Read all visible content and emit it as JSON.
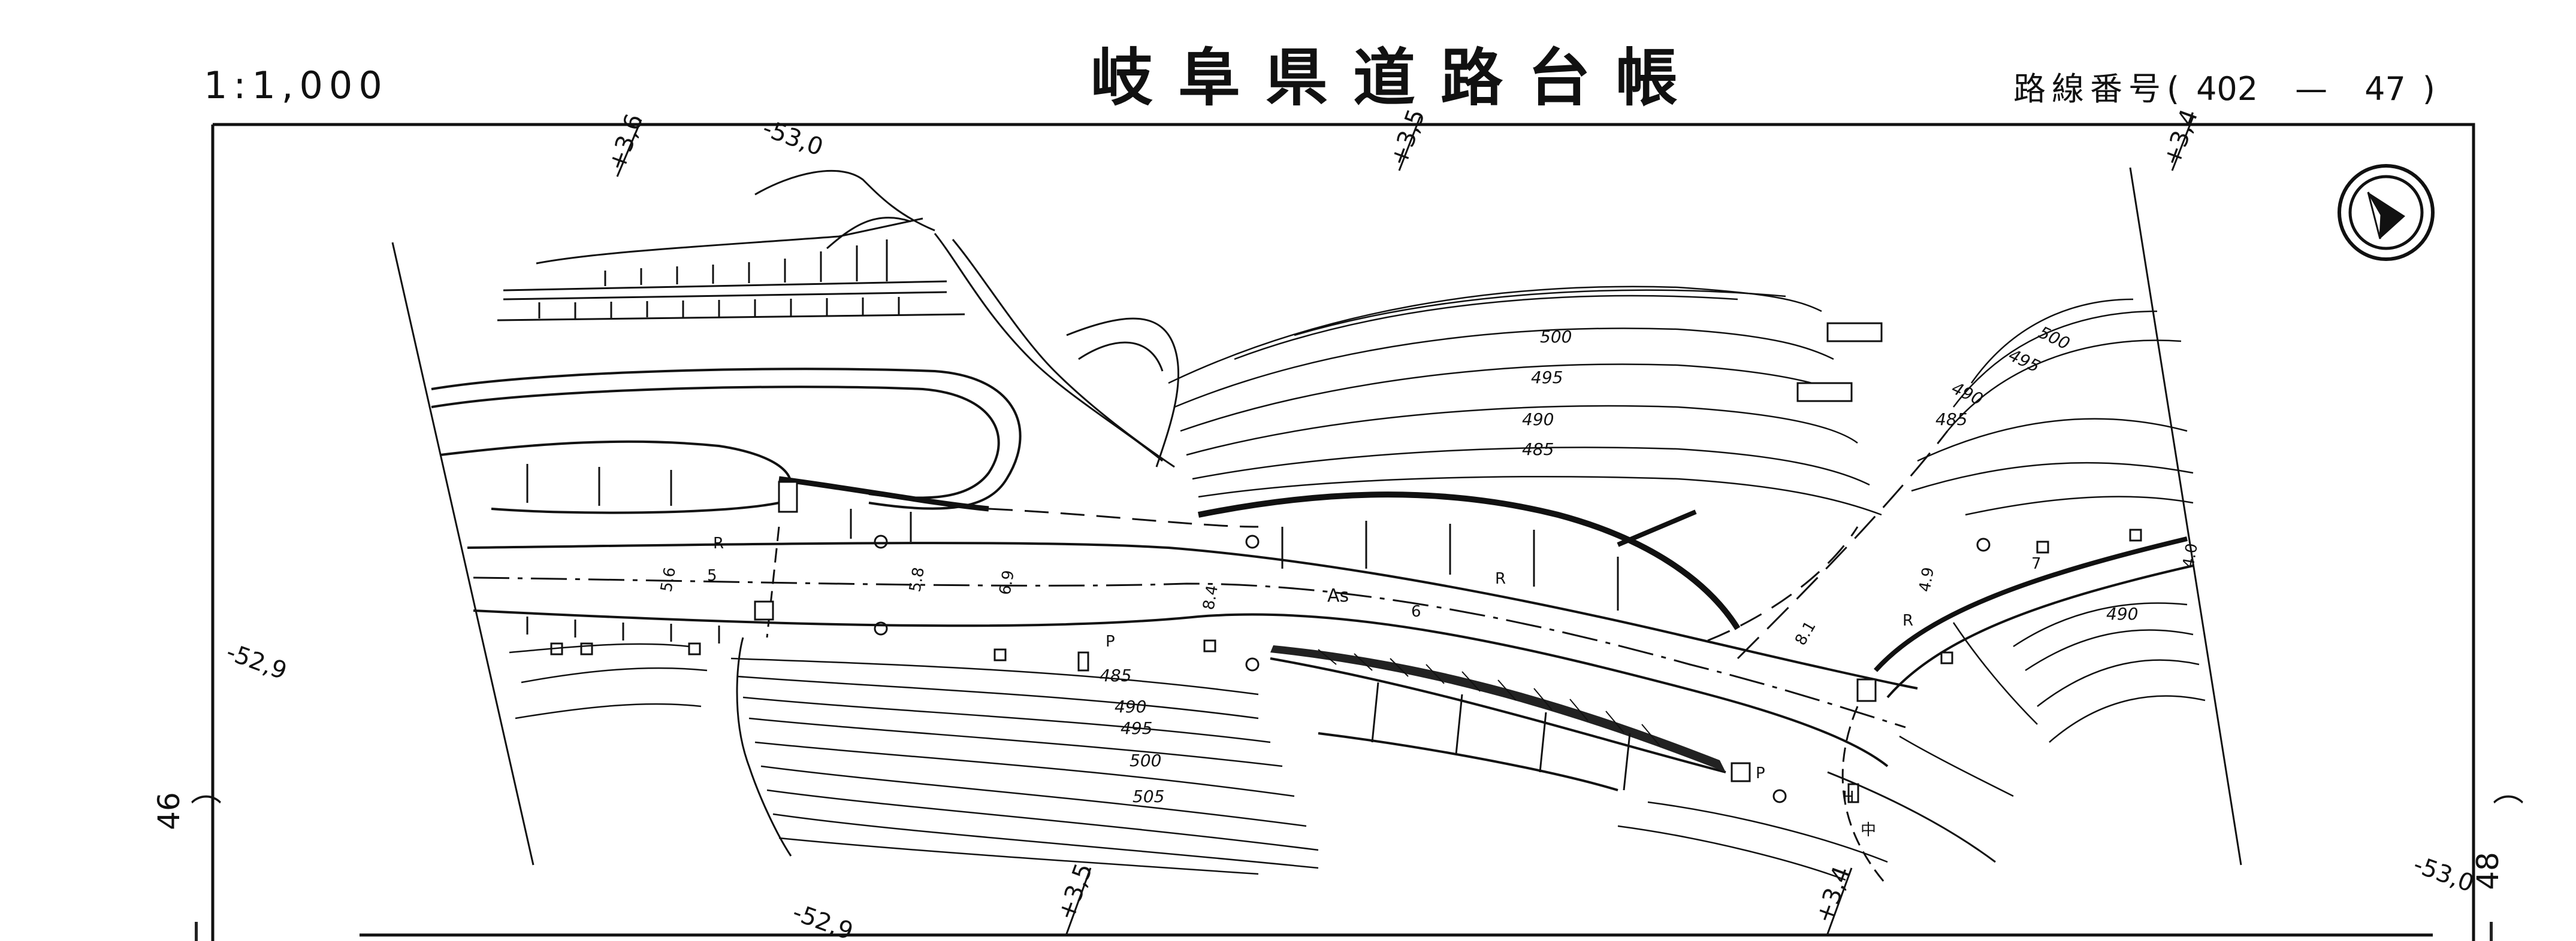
{
  "header": {
    "scale": "1:1,000",
    "title": "岐阜県道路台帳",
    "route_label": "路線番号",
    "route_open": "(",
    "route_number_a": "402",
    "route_dash": "—",
    "route_number_b": "47",
    "route_close": ")"
  },
  "sheet": {
    "left_page": "46",
    "right_page": "48"
  },
  "map": {
    "grid_labels": [
      {
        "key": "g1",
        "text": "+3,6"
      },
      {
        "key": "g2",
        "text": "-53,0"
      },
      {
        "key": "g3",
        "text": "+3,5"
      },
      {
        "key": "g4",
        "text": "+3,4"
      },
      {
        "key": "g5",
        "text": "-52,9"
      },
      {
        "key": "g6",
        "text": "-52,9"
      },
      {
        "key": "g7",
        "text": "+3,5"
      },
      {
        "key": "g8",
        "text": "+3,4"
      },
      {
        "key": "g9",
        "text": "-53,0"
      }
    ],
    "contour_labels": [
      {
        "key": "c1",
        "text": "500"
      },
      {
        "key": "c2",
        "text": "495"
      },
      {
        "key": "c3",
        "text": "490"
      },
      {
        "key": "c4",
        "text": "485"
      },
      {
        "key": "c5",
        "text": "485"
      },
      {
        "key": "c6",
        "text": "490"
      },
      {
        "key": "c7",
        "text": "495"
      },
      {
        "key": "c8",
        "text": "500"
      },
      {
        "key": "c9",
        "text": "505"
      },
      {
        "key": "c10",
        "text": "500"
      },
      {
        "key": "c11",
        "text": "495"
      },
      {
        "key": "c12",
        "text": "490"
      },
      {
        "key": "c13",
        "text": "485"
      },
      {
        "key": "c14",
        "text": "490"
      }
    ],
    "road_labels": [
      {
        "key": "r1",
        "text": "R"
      },
      {
        "key": "r2",
        "text": "R"
      },
      {
        "key": "r3",
        "text": "R"
      },
      {
        "key": "r4",
        "text": "As"
      },
      {
        "key": "r5",
        "text": "5"
      },
      {
        "key": "r6",
        "text": "6"
      },
      {
        "key": "r7",
        "text": "7"
      },
      {
        "key": "r8",
        "text": "5.6"
      },
      {
        "key": "r9",
        "text": "5.8"
      },
      {
        "key": "r10",
        "text": "6.9"
      },
      {
        "key": "r11",
        "text": "8.4"
      },
      {
        "key": "r12",
        "text": "4.9"
      },
      {
        "key": "r13",
        "text": "4.0"
      },
      {
        "key": "r14",
        "text": "8.1"
      },
      {
        "key": "r15",
        "text": "P"
      },
      {
        "key": "r16",
        "text": "P"
      },
      {
        "key": "r17",
        "text": "H"
      },
      {
        "key": "r18",
        "text": "中"
      }
    ]
  }
}
